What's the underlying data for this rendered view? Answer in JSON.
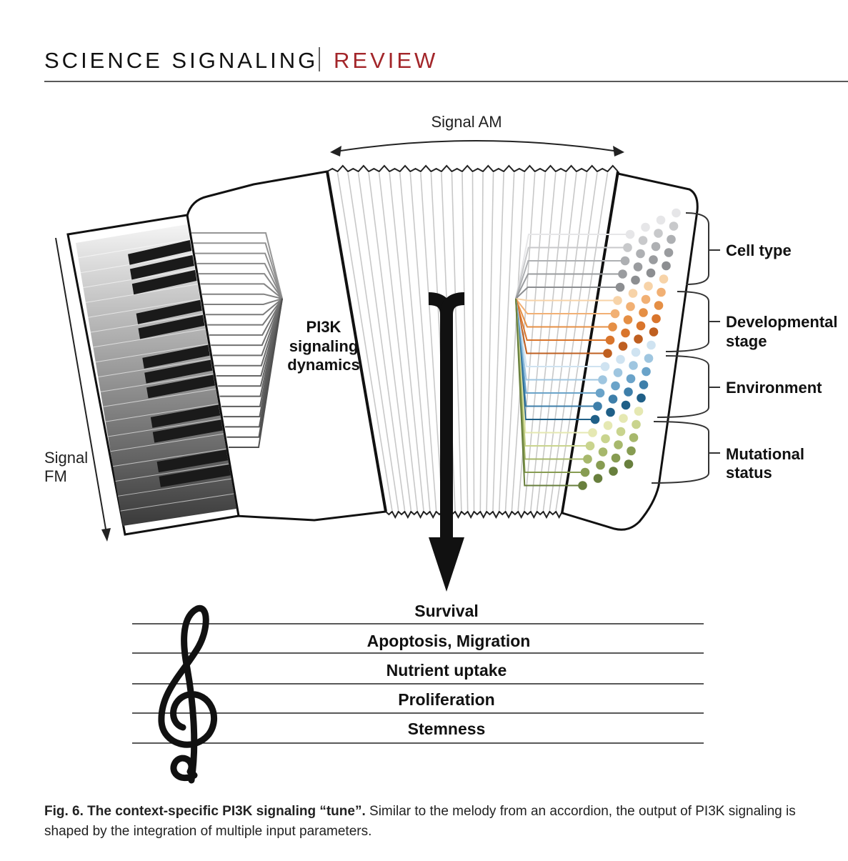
{
  "header": {
    "journal": "SCIENCE SIGNALING",
    "section": "REVIEW"
  },
  "diagram": {
    "signal_am_label": "Signal AM",
    "signal_fm_label_1": "Signal",
    "signal_fm_label_2": "FM",
    "center_label_1": "PI3K",
    "center_label_2": "signaling",
    "center_label_3": "dynamics",
    "inputs": {
      "cell_type": "Cell type",
      "developmental_1": "Developmental",
      "developmental_2": "stage",
      "environment": "Environment",
      "mutational_1": "Mutational",
      "mutational_2": "status"
    },
    "outputs": [
      "Survival",
      "Apoptosis, Migration",
      "Nutrient uptake",
      "Proliferation",
      "Stemness"
    ]
  },
  "caption": {
    "title": "Fig. 6. The context-specific PI3K signaling “tune”.",
    "text": " Similar to the melody from an accordion, the output of PI3K signaling is shaped by the integration of multiple input parameters."
  },
  "colors": {
    "header_accent": "#a3262a",
    "gray_dots": "#a8aaad",
    "orange_dots": "#dd7a35",
    "blue_dots": "#4a86b0",
    "green_dots": "#8ea45a"
  }
}
